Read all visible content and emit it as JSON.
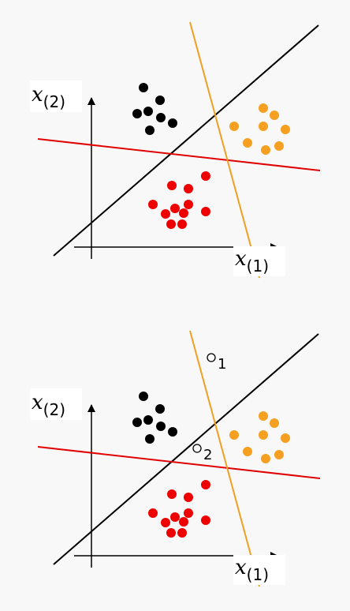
{
  "axes": {
    "x_label": "x",
    "x_sub": "(1)",
    "y_label": "x",
    "y_sub": "(2)"
  },
  "colors": {
    "black_cluster": "#000000",
    "red_cluster": "#ee0000",
    "orange_cluster": "#f5a020",
    "black_line": "#000000",
    "red_line": "#e00000",
    "orange_line": "#f0a020"
  },
  "test_points": [
    {
      "label": "1"
    },
    {
      "label": "2"
    }
  ]
}
